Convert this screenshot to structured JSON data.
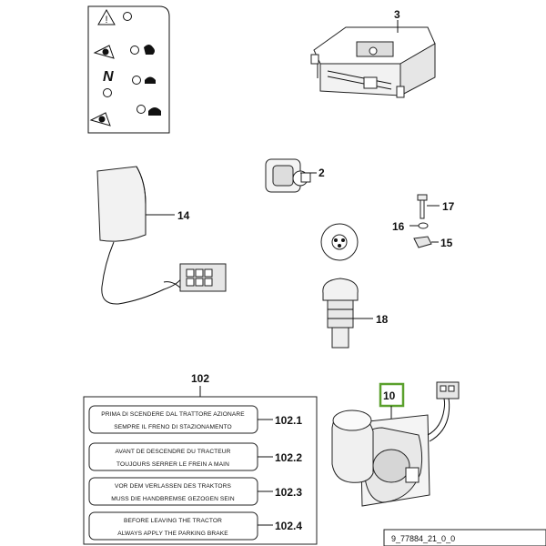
{
  "callouts": {
    "p3": "3",
    "p2": "2",
    "p14": "14",
    "p17": "17",
    "p16": "16",
    "p15": "15",
    "p18": "18",
    "p102": "102",
    "p10": "10",
    "p102_1": "102.1",
    "p102_2": "102.2",
    "p102_3": "102.3",
    "p102_4": "102.4"
  },
  "panel_glyphs": {
    "neutral": "N"
  },
  "labels": [
    {
      "line1": "PRIMA DI SCENDERE DAL TRATTORE AZIONARE",
      "line2": "SEMPRE IL FRENO DI STAZIONAMENTO"
    },
    {
      "line1": "AVANT DE DESCENDRE DU TRACTEUR",
      "line2": "TOUJOURS SERRER LE FREIN A MAIN"
    },
    {
      "line1": "VOR DEM VERLASSEN DES TRAKTORS",
      "line2": "MUSS DIE HANDBREMSE GEZOGEN SEIN"
    },
    {
      "line1": "BEFORE LEAVING THE TRACTOR",
      "line2": "ALWAYS APPLY THE PARKING BRAKE"
    }
  ],
  "reference_code": "9_77884_21_0_0",
  "highlight_color": "#5aa02c"
}
